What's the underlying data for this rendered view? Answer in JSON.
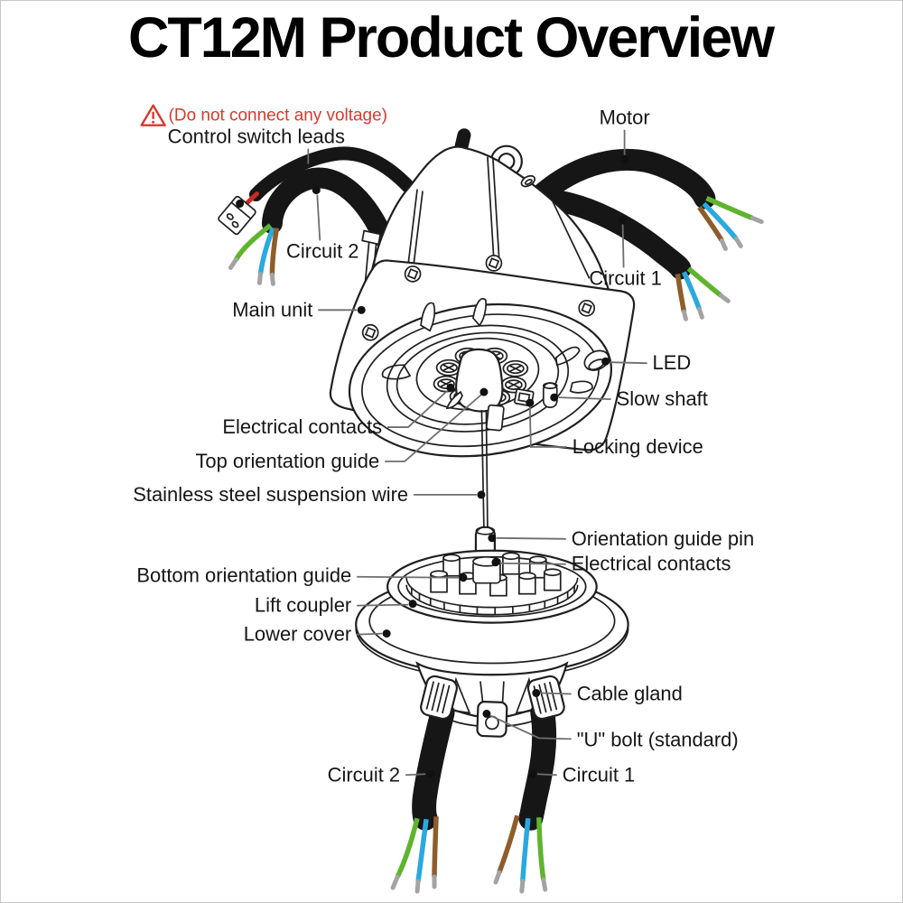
{
  "title": "CT12M Product Overview",
  "warning": {
    "icon": "warning-triangle-icon",
    "text": "(Do not connect any voltage)",
    "color": "#d8392c"
  },
  "labels": {
    "control_switch_leads": "Control switch leads",
    "motor": "Motor",
    "circuit2_top": "Circuit 2",
    "circuit1_top": "Circuit 1",
    "main_unit": "Main unit",
    "led": "LED",
    "slow_shaft": "Slow shaft",
    "electrical_contacts_top": "Electrical contacts",
    "top_orientation_guide": "Top orientation guide",
    "suspension_wire": "Stainless steel suspension wire",
    "locking_device": "Locking device",
    "orientation_guide_pin": "Orientation guide pin",
    "electrical_contacts_bottom": "Electrical contacts",
    "bottom_orientation_guide": "Bottom orientation guide",
    "lift_coupler": "Lift coupler",
    "lower_cover": "Lower cover",
    "cable_gland": "Cable gland",
    "u_bolt": "\"U\" bolt (standard)",
    "circuit2_bottom": "Circuit 2",
    "circuit1_bottom": "Circuit 1"
  },
  "colors": {
    "cable_black": "#161616",
    "wire_green": "#5fb42e",
    "wire_blue": "#2aa9e0",
    "wire_brown": "#8d5d2b",
    "wire_tip_gray": "#a3a3a3",
    "connector_wire_red": "#cc2a22",
    "line_art": "#1f1f1f",
    "leader_line": "#6e6e6e",
    "warning_red": "#d8392c"
  }
}
